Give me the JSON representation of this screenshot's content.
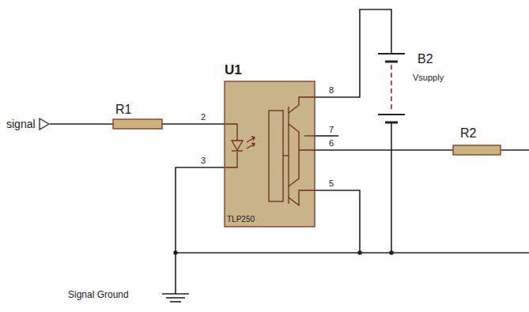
{
  "diagram": {
    "nodes": [
      {
        "text": [
          "U1",
          "TLP250"
        ]
      }
    ],
    "labels": [
      "signal",
      "R1",
      "2",
      "3",
      "8",
      "7",
      "6",
      "5",
      "B2",
      "Vsupply",
      "R2",
      "Signal Ground"
    ]
  }
}
